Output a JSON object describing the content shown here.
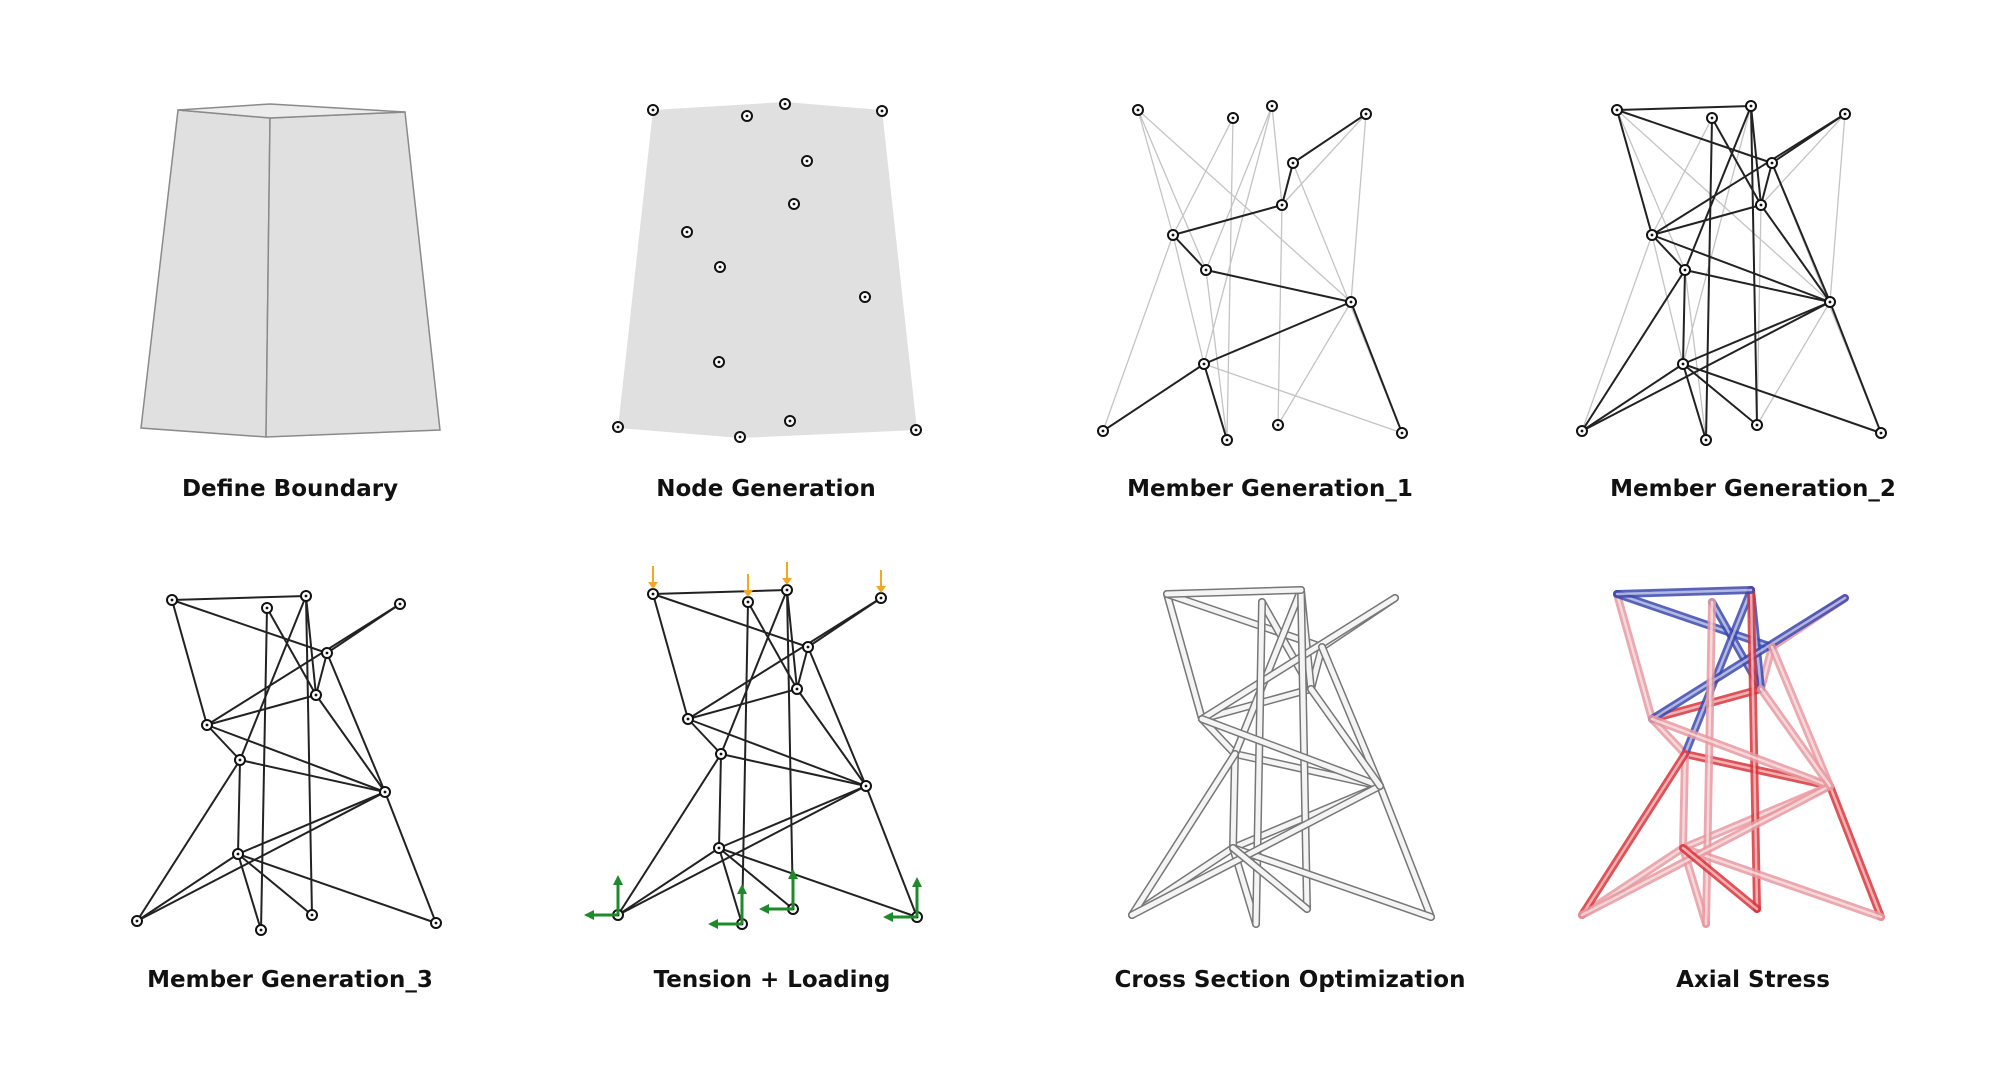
{
  "panels": [
    {
      "id": "define-boundary",
      "label": "Define Boundary"
    },
    {
      "id": "node-generation",
      "label": "Node Generation"
    },
    {
      "id": "member-generation-1",
      "label": "Member Generation_1"
    },
    {
      "id": "member-generation-2",
      "label": "Member Generation_2"
    },
    {
      "id": "member-generation-3",
      "label": "Member Generation_3"
    },
    {
      "id": "tension-loading",
      "label": "Tension + Loading"
    },
    {
      "id": "cross-section-optimization",
      "label": "Cross Section Optimization"
    },
    {
      "id": "axial-stress",
      "label": "Axial Stress"
    }
  ],
  "colors": {
    "boundary_fill": "#e0e0e0",
    "boundary_edge": "#8a8a8a",
    "member_dark": "#222222",
    "member_light": "#c4c4c4",
    "load_arrow": "#f5a623",
    "support_arrow": "#1f8a2a",
    "tube_gray": "#b8b8b8",
    "tension_red": "#d9343c",
    "compression_blue": "#3b49b0"
  },
  "icons": {
    "node": "circle-node-icon",
    "load": "arrow-down-icon",
    "support": "support-arrows-icon"
  }
}
